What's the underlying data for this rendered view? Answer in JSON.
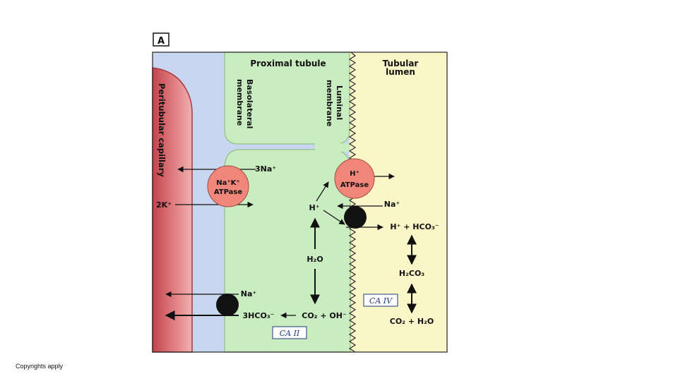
{
  "figure": {
    "panel_label": "A",
    "regions": {
      "proximal_tubule": "Proximal tubule",
      "tubular_lumen_line1": "Tubular",
      "tubular_lumen_line2": "lumen",
      "peritubular_capillary": "Peritubular capillary",
      "basolateral_line1": "Basolateral",
      "basolateral_line2": "membrane",
      "luminal_line1": "Luminal",
      "luminal_line2": "membrane"
    },
    "pumps": {
      "nak_line1": "Na⁺K⁺",
      "nak_line2": "ATPase",
      "h_line1": "H⁺",
      "h_line2": "ATPase"
    },
    "ions": {
      "na3": "3Na⁺",
      "k2": "2K⁺",
      "h_cell": "H⁺",
      "na_lumen": "Na⁺",
      "h_hco3_lumen": "H⁺ + HCO₃⁻",
      "h2o_cell": "H₂O",
      "h2co3": "H₂CO₃",
      "co2_h2o_lumen": "CO₂ + H₂O",
      "na_baso": "Na⁺",
      "hco3_3": "3HCO₃⁻",
      "co2_oh": "CO₂ + OH⁻"
    },
    "enzymes": {
      "ca4": "CA IV",
      "ca2": "CA II"
    },
    "colors": {
      "capillary": "#d4646a",
      "interstitium": "#c8d6f0",
      "cell": "#c9ecc0",
      "lumen": "#fbf6c8",
      "pump": "#f0877a"
    }
  },
  "footer": {
    "copyright": "Copyrights apply"
  }
}
